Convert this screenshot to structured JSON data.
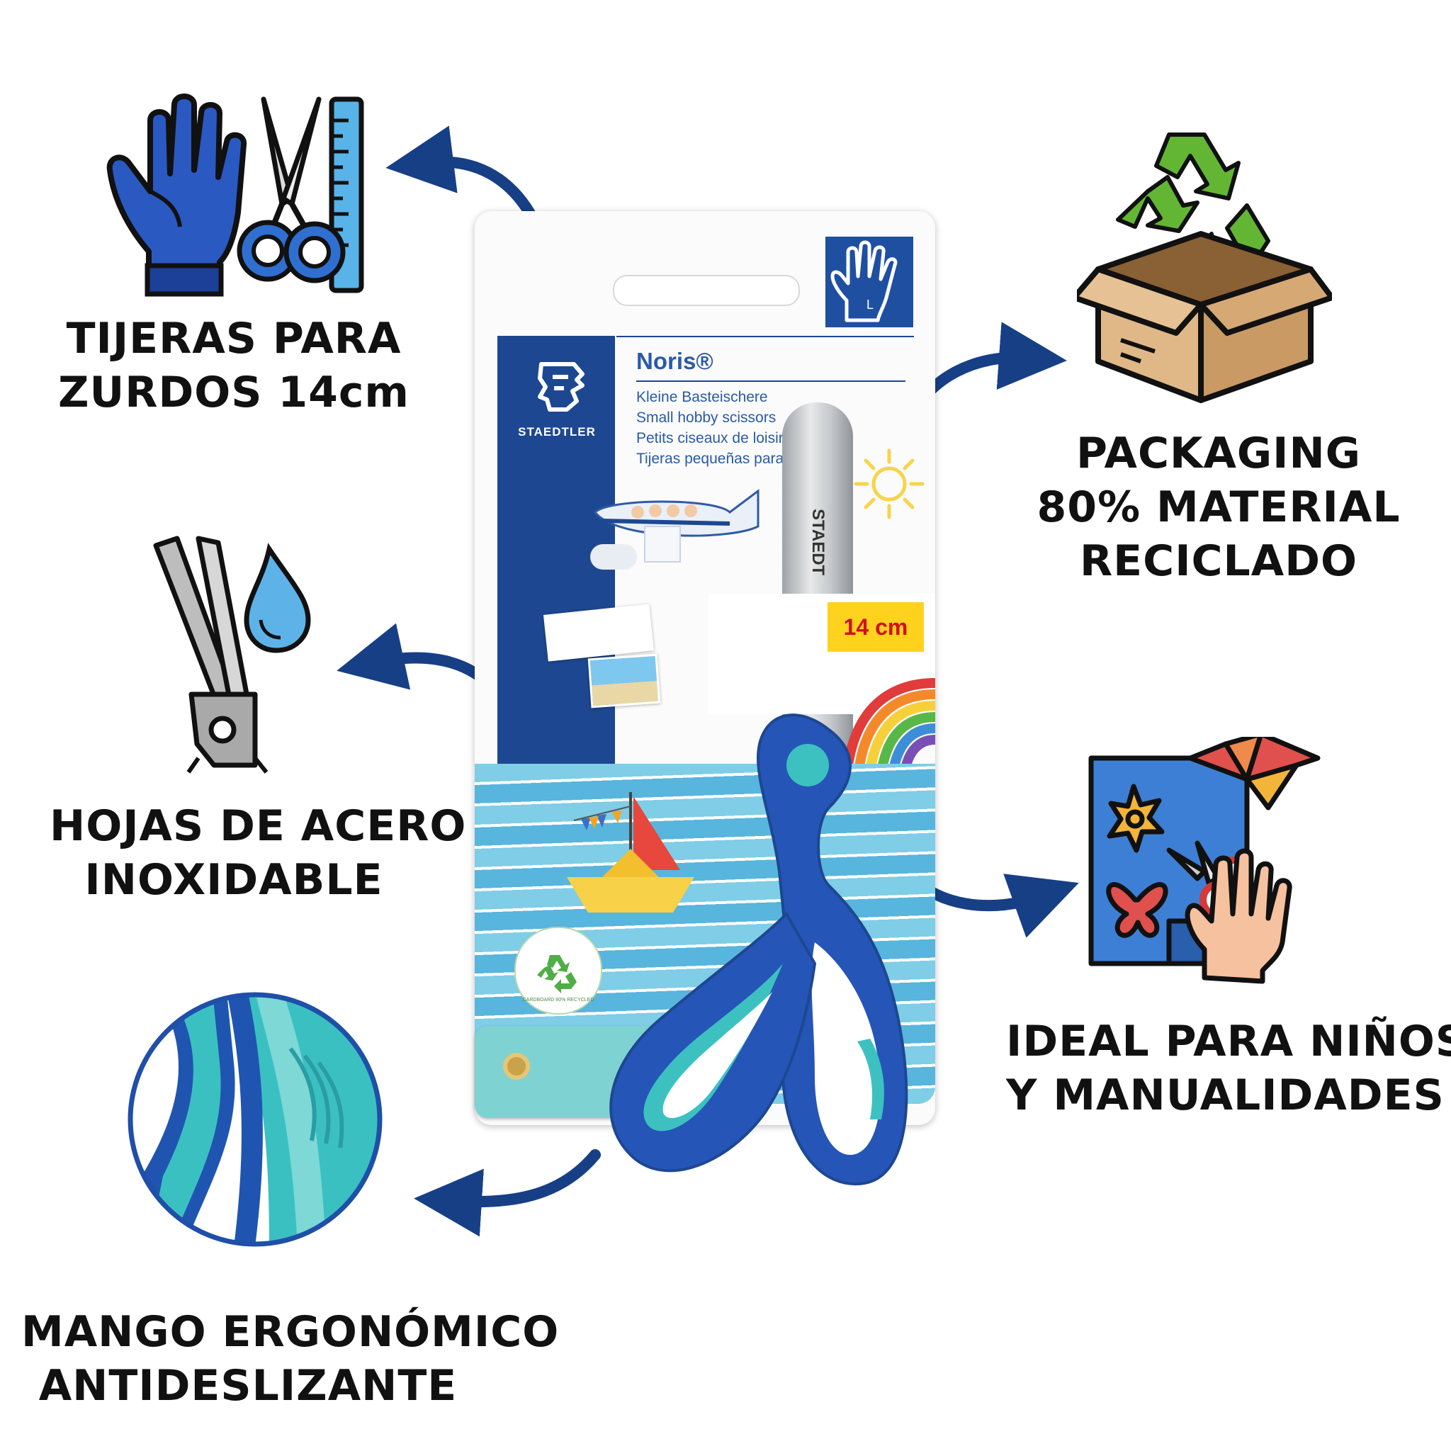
{
  "features": {
    "zurdos": {
      "line1": "TIJERAS PARA",
      "line2": "ZURDOS 14cm"
    },
    "packaging": {
      "line1": "PACKAGING",
      "line2": "80% MATERIAL",
      "line3": "RECICLADO"
    },
    "acero": {
      "line1": "HOJAS DE ACERO",
      "line2": "INOXIDABLE"
    },
    "ideal": {
      "line1": "IDEAL PARA NIÑOS",
      "line2": "Y MANUALIDADES"
    },
    "mango": {
      "line1": "MANGO ERGONÓMICO",
      "line2": "ANTIDESLIZANTE"
    }
  },
  "product": {
    "brand": "STAEDTLER",
    "name": "Noris®",
    "desc_de": "Kleine Basteischere",
    "desc_en": "Small hobby scissors",
    "desc_fr": "Petits ciseaux de loisirs",
    "desc_es": "Tijeras pequeñas para m",
    "size_badge": "14 cm",
    "hand_letter": "L",
    "blade_text": "STAEDT",
    "recycle_seal": "CARDBOARD 80% RECYCLED"
  },
  "colors": {
    "navy": "#1d4791",
    "arrow": "#173f86",
    "teal": "#3cc1c0",
    "badge_yellow": "#ffd21e",
    "recycle_green": "#5cb233",
    "box_brown": "#d6ab7a"
  },
  "icons": [
    "left-hand-icon",
    "scissors-icon",
    "ruler-icon",
    "recycle-box-icon",
    "open-scissors-icon",
    "water-drop-icon",
    "craft-paper-icon",
    "ergonomic-grip-icon"
  ]
}
